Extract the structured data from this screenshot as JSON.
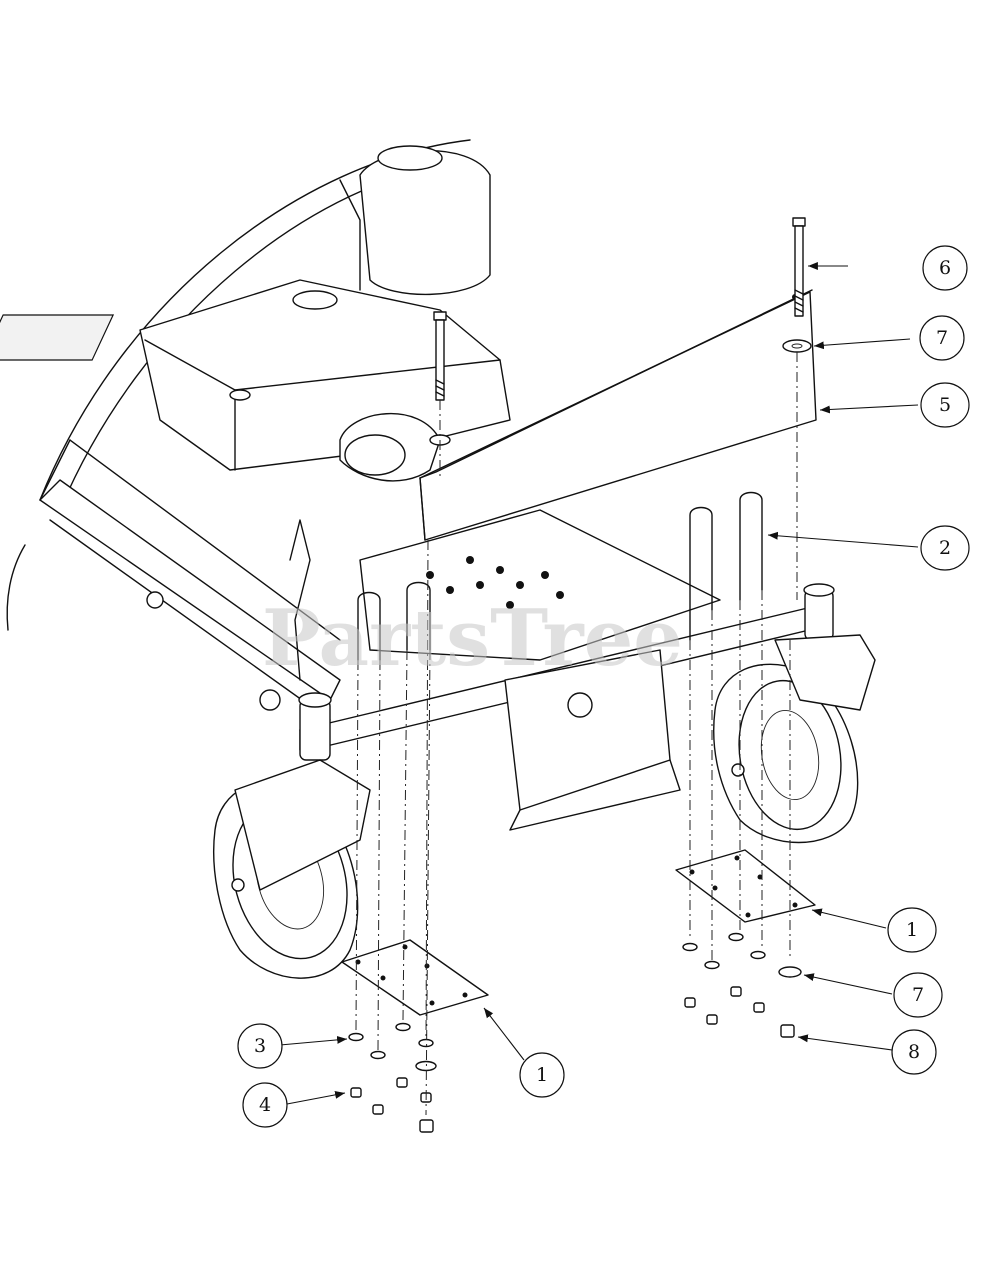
{
  "watermark": "PartsTree",
  "callouts": [
    {
      "id": "c6a",
      "label": "6"
    },
    {
      "id": "c7a",
      "label": "7"
    },
    {
      "id": "c5",
      "label": "5"
    },
    {
      "id": "c2",
      "label": "2"
    },
    {
      "id": "c1a",
      "label": "1"
    },
    {
      "id": "c7b",
      "label": "7"
    },
    {
      "id": "c8",
      "label": "8"
    },
    {
      "id": "c3",
      "label": "3"
    },
    {
      "id": "c4",
      "label": "4"
    },
    {
      "id": "c1b",
      "label": "1"
    }
  ]
}
